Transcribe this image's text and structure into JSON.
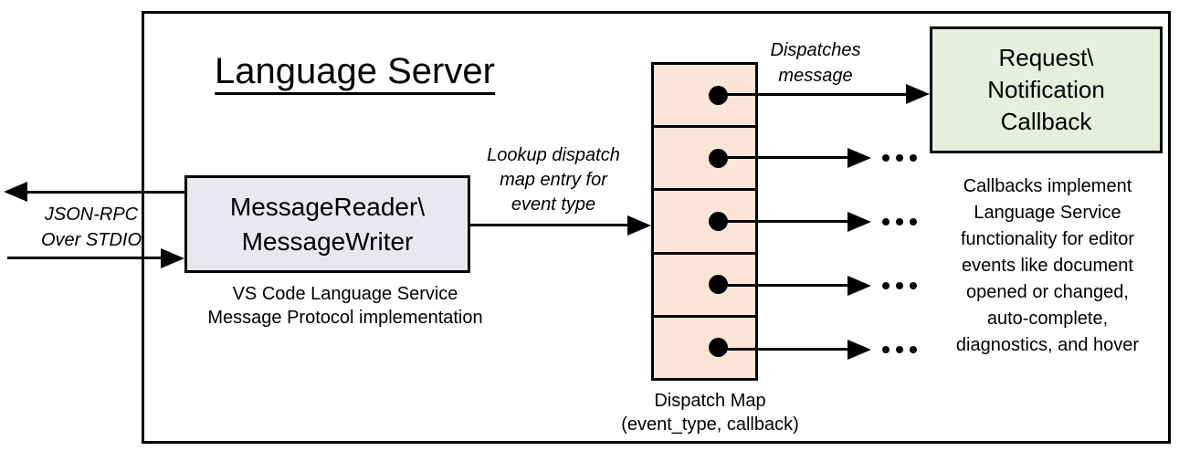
{
  "title": "Language Server",
  "colors": {
    "border": "#000000",
    "reader_fill": "#e9e8f0",
    "dispatch_fill": "#fbe5d6",
    "callback_fill": "#e5efdb",
    "background": "#ffffff"
  },
  "stdio": {
    "line1": "JSON-RPC",
    "line2": "Over STDIO"
  },
  "reader": {
    "name_line1": "MessageReader\\",
    "name_line2": "MessageWriter",
    "caption_line1": "VS Code Language Service",
    "caption_line2": "Message Protocol implementation"
  },
  "lookup": {
    "line1": "Lookup dispatch",
    "line2": "map entry for",
    "line3": "event type"
  },
  "dispatches": {
    "line1": "Dispatches",
    "line2": "message"
  },
  "dispatch_map": {
    "entries": 5,
    "caption_line1": "Dispatch Map",
    "caption_line2": "(event_type, callback)"
  },
  "callback": {
    "line1": "Request\\",
    "line2": "Notification",
    "line3": "Callback"
  },
  "note": {
    "line1": "Callbacks implement",
    "line2": "Language Service",
    "line3": "functionality for editor",
    "line4": "events like document",
    "line5": "opened or changed,",
    "line6": "auto-complete,",
    "line7": "diagnostics, and hover"
  }
}
